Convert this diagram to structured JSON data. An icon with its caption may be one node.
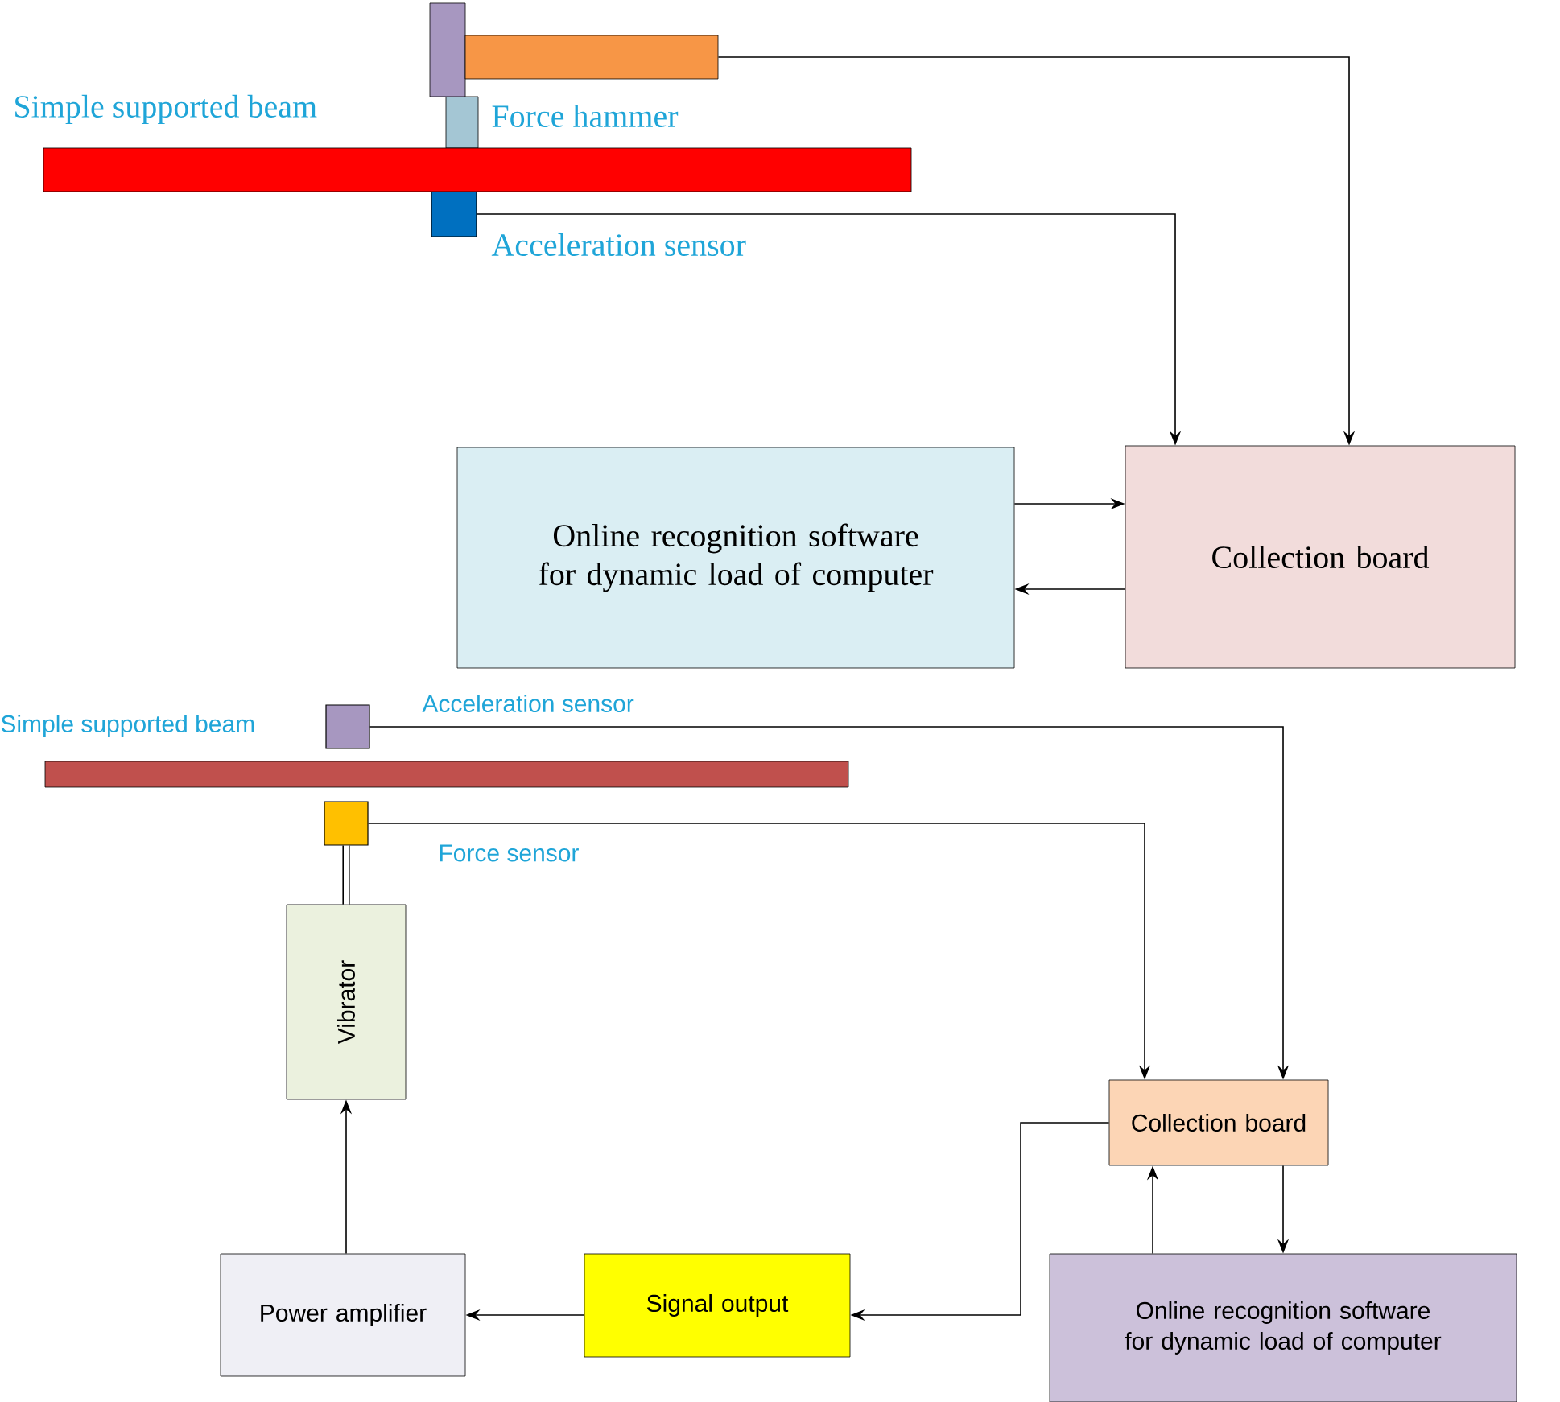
{
  "diagram": {
    "nodes": [
      {
        "text": [],
        "shape": "bar",
        "beside": [
          "Force hammer"
        ]
      },
      {
        "text": [],
        "shape": "box",
        "beside": [
          "Acceleration sensor"
        ]
      },
      {
        "text": [
          "Online recognition software for dynamic load of computer"
        ]
      },
      {
        "text": [
          "Collection board"
        ]
      },
      {
        "text": [],
        "shape": "box"
      },
      {
        "text": [],
        "shape": "box",
        "beside": [
          "Force sensor"
        ]
      },
      {
        "text": [
          "Vibrator"
        ]
      },
      {
        "text": [
          "Collection board"
        ]
      },
      {
        "text": [
          "Power amplifier"
        ]
      },
      {
        "text": [
          "Signal output"
        ]
      },
      {
        "text": [
          "Online recognition software for dynamic load of computer"
        ]
      },
      {
        "text": [],
        "shape": "bar",
        "beside": [
          "Simple supported beam"
        ]
      },
      {
        "text": [],
        "shape": "bar",
        "beside": [
          "Simple supported beam"
        ]
      }
    ],
    "edges": [
      {
        "from": 0,
        "to": 3,
        "arrow": "to"
      },
      {
        "from": 1,
        "to": 3,
        "arrow": "to"
      },
      {
        "from": 2,
        "to": 3,
        "arrow": "to"
      },
      {
        "from": 3,
        "to": 2,
        "arrow": "to"
      },
      {
        "from": 4,
        "to": 7,
        "arrow": "to"
      },
      {
        "from": 5,
        "to": 7,
        "arrow": "to"
      },
      {
        "from": 5,
        "to": 6,
        "arrow": "none",
        "style": "thick"
      },
      {
        "from": 7,
        "to": 10,
        "arrow": "to"
      },
      {
        "from": 10,
        "to": 7,
        "arrow": "to"
      },
      {
        "from": 7,
        "to": 9,
        "arrow": "to"
      },
      {
        "from": 9,
        "to": 8,
        "arrow": "to"
      },
      {
        "from": 8,
        "to": 6,
        "arrow": "to"
      }
    ],
    "labels": [
      "Acceleration sensor"
    ]
  }
}
